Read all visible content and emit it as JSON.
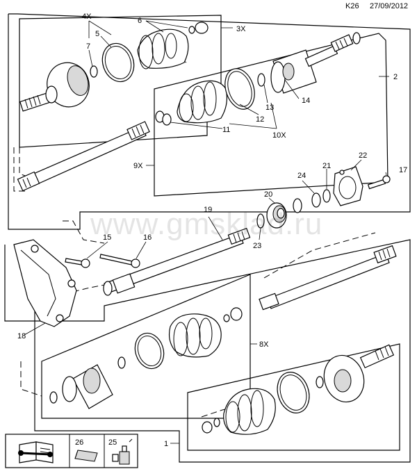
{
  "header": {
    "code": "K26",
    "date": "27/09/2012"
  },
  "watermark": "www.gmsklad.ru",
  "callouts": {
    "c1": "1",
    "c2": "2",
    "c3x": "3X",
    "c4x": "4X",
    "c5": "5",
    "c6": "6",
    "c7": "7",
    "c8x": "8X",
    "c9x": "9X",
    "c10x": "10X",
    "c11": "11",
    "c12": "12",
    "c13": "13",
    "c14": "14",
    "c15": "15",
    "c16": "16",
    "c17": "17",
    "c18": "18",
    "c19": "19",
    "c20": "20",
    "c21": "21",
    "c22": "22",
    "c23": "23",
    "c24": "24",
    "c25": "25",
    "c26": "26"
  },
  "colors": {
    "line": "#000000",
    "shade": "#d9d9d9",
    "background": "#ffffff"
  },
  "icons": [
    "manual-wrench-icon",
    "grease-icon",
    "adhesive-bottle-icon"
  ]
}
